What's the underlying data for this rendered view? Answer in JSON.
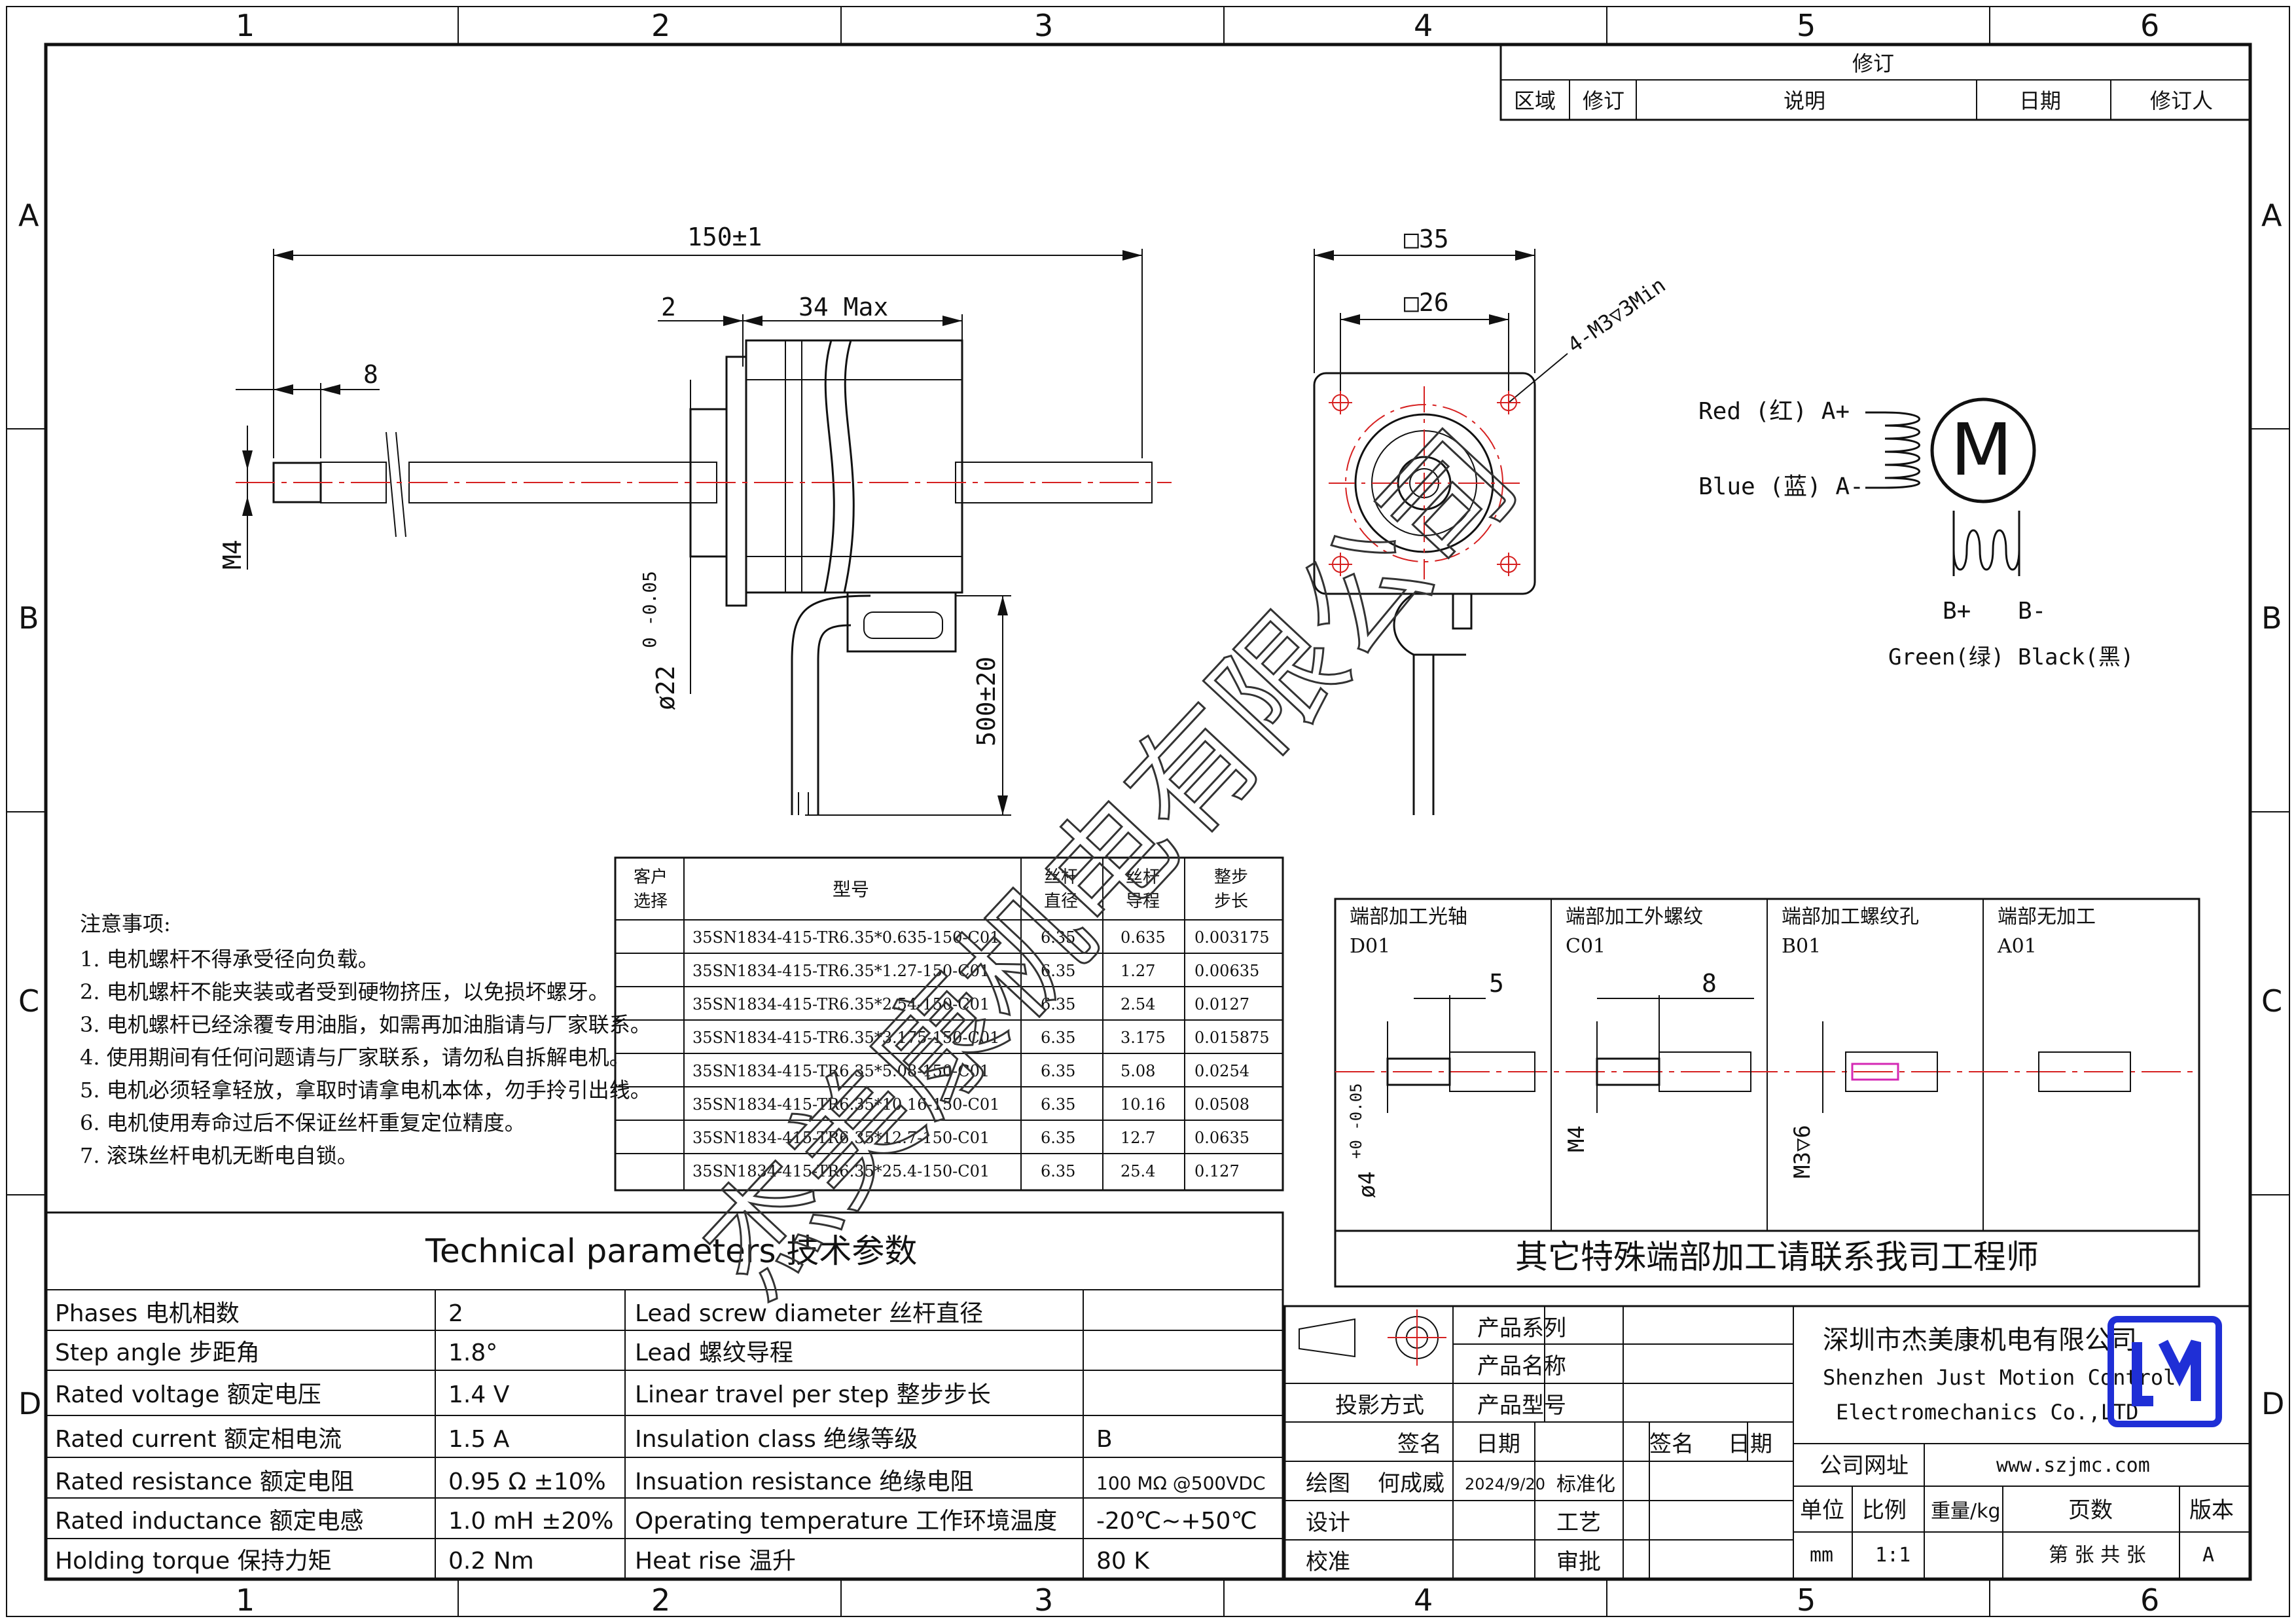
{
  "frame": {
    "columns": [
      "1",
      "2",
      "3",
      "4",
      "5",
      "6"
    ],
    "rows": [
      "A",
      "B",
      "C",
      "D"
    ]
  },
  "revision": {
    "title": "修订",
    "headers": [
      "区域",
      "修订",
      "说明",
      "日期",
      "修订人"
    ]
  },
  "front_view": {
    "dim_total": "150±1",
    "dim_body": "34 Max",
    "dim_flange": "2",
    "dim_end": "8",
    "dim_thread": "M4",
    "dim_boss": "ø22",
    "dim_boss_tol": "0\n-0.05",
    "dim_lead": "500±20"
  },
  "side_view": {
    "dim_outer": "□35",
    "dim_inner": "□26",
    "dim_holes": "4-M3▽3Min"
  },
  "wiring": {
    "red_label": "Red (红) A+",
    "blue_label": "Blue (蓝) A-",
    "motor_symbol": "M",
    "b_plus": "B+",
    "b_minus": "B-",
    "green_label": "Green(绿)",
    "black_label": "Black(黑)"
  },
  "notes": {
    "title": "注意事项:",
    "items": [
      "1.  电机螺杆不得承受径向负载。",
      "2.  电机螺杆不能夹装或者受到硬物挤压，以免损坏螺牙。",
      "3.  电机螺杆已经涂覆专用油脂，如需再加油脂请与厂家联系。",
      "4.  使用期间有任何问题请与厂家联系，请勿私自拆解电机。",
      "5.  电机必须轻拿轻放，拿取时请拿电机本体，勿手拎引出线。",
      "6.  电机使用寿命过后不保证丝杆重复定位精度。",
      "7.  滚珠丝杆电机无断电自锁。"
    ]
  },
  "model_table": {
    "headers": [
      "客户\n选择",
      "型号",
      "丝杆\n直径",
      "丝杆\n导程",
      "整步\n步长"
    ],
    "rows": [
      [
        "",
        "35SN1834-415-TR6.35*0.635-150-C01",
        "6.35",
        "0.635",
        "0.003175"
      ],
      [
        "",
        "35SN1834-415-TR6.35*1.27-150-C01",
        "6.35",
        "1.27",
        "0.00635"
      ],
      [
        "",
        "35SN1834-415-TR6.35*2.54-150-C01",
        "6.35",
        "2.54",
        "0.0127"
      ],
      [
        "",
        "35SN1834-415-TR6.35*3.175-150-C01",
        "6.35",
        "3.175",
        "0.015875"
      ],
      [
        "",
        "35SN1834-415-TR6.35*5.08-150-C01",
        "6.35",
        "5.08",
        "0.0254"
      ],
      [
        "",
        "35SN1834-415-TR6.35*10.16-150-C01",
        "6.35",
        "10.16",
        "0.0508"
      ],
      [
        "",
        "35SN1834-415-TR6.35*12.7-150-C01",
        "6.35",
        "12.7",
        "0.0635"
      ],
      [
        "",
        "35SN1834-415-TR6.35*25.4-150-C01",
        "6.35",
        "25.4",
        "0.127"
      ]
    ]
  },
  "tech_params": {
    "title": "Technical parameters 技术参数",
    "rows": [
      [
        "Phases 电机相数",
        "2",
        "Lead screw diameter 丝杆直径",
        ""
      ],
      [
        "Step angle 步距角",
        "1.8°",
        "Lead 螺纹导程",
        ""
      ],
      [
        "Rated voltage 额定电压",
        "1.4 V",
        "Linear travel per step 整步步长",
        ""
      ],
      [
        "Rated current 额定相电流",
        "1.5 A",
        "Insulation class 绝缘等级",
        "B"
      ],
      [
        "Rated resistance 额定电阻",
        "0.95 Ω  ±10%",
        "Insuation resistance 绝缘电阻",
        "100 MΩ @500VDC"
      ],
      [
        "Rated inductance 额定电感",
        "1.0 mH ±20%",
        "Operating temperature 工作环境温度",
        "-20℃~+50℃"
      ],
      [
        "Holding torque 保持力矩",
        "0.2 Nm",
        "Heat rise 温升",
        "80 K"
      ]
    ]
  },
  "end_options": {
    "cells": [
      {
        "title": "端部加工光轴",
        "code": "D01",
        "dim1": "5",
        "dim2": "ø4",
        "dim2_tol": "+0\n-0.05"
      },
      {
        "title": "端部加工外螺纹",
        "code": "C01",
        "dim1": "8",
        "dim2": "M4"
      },
      {
        "title": "端部加工螺纹孔",
        "code": "B01",
        "dim2": "M3▽6"
      },
      {
        "title": "端部无加工",
        "code": "A01"
      }
    ],
    "footer": "其它特殊端部加工请联系我司工程师"
  },
  "title_block": {
    "projection": "投影方式",
    "product_series": "产品系列",
    "product_name": "产品名称",
    "product_model": "产品型号",
    "sign": "签名",
    "date": "日期",
    "draw": "绘图",
    "drawer": "何成威",
    "draw_date": "2024/9/20",
    "standard": "标准化",
    "design": "设计",
    "process": "工艺",
    "check": "校准",
    "approve": "审批",
    "company_cn": "深圳市杰美康机电有限公司",
    "company_en1": "Shenzhen Just Motion Control",
    "company_en2": "Electromechanics Co.,LTD",
    "website_label": "公司网址",
    "website": "www.szjmc.com",
    "unit_label": "单位",
    "scale_label": "比例",
    "weight_label": "重量/kg",
    "pages_label": "页数",
    "version_label": "版本",
    "unit": "mm",
    "scale": "1:1",
    "pages": "第 张 共 张",
    "version": "A"
  },
  "watermark": "杰美康机电有限公司",
  "colors": {
    "centerline": "#d62020",
    "logo": "#1f2fd6",
    "magenta": "#d428b4"
  },
  "icons": [
    "projection-symbol-icon",
    "motor-coil-icon",
    "company-logo-icon"
  ]
}
